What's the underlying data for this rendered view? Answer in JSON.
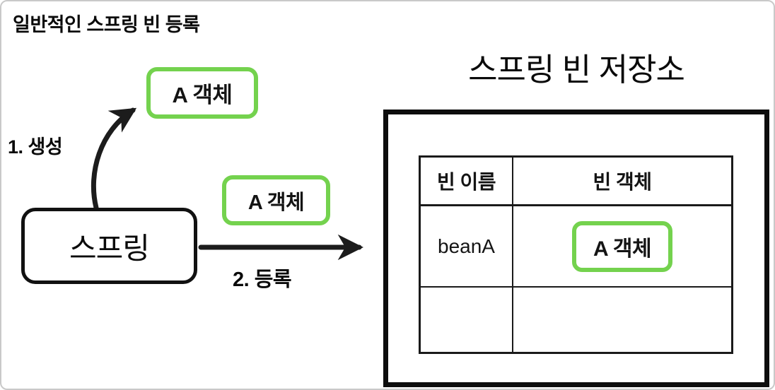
{
  "diagram": {
    "title": "일반적인 스프링 빈 등록",
    "labels": {
      "step1": "1. 생성",
      "step2": "2. 등록"
    },
    "spring_box": "스프링",
    "object_box": "A 객체",
    "repository": {
      "title": "스프링 빈 저장소",
      "table": {
        "headers": [
          "빈 이름",
          "빈 객체"
        ],
        "rows": [
          {
            "bean_name": "beanA",
            "bean_object": "A 객체"
          },
          {
            "bean_name": "",
            "bean_object": ""
          }
        ]
      }
    },
    "colors": {
      "object_border_green": "#74d24e",
      "stroke_black": "#1c1c1c"
    }
  }
}
